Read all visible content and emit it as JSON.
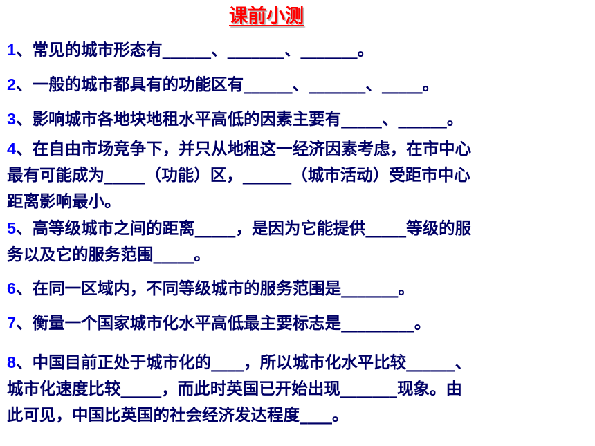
{
  "title": "课前小测",
  "questions": [
    {
      "num": "1",
      "lines": [
        "、常见的城市形态有______、_______、_______。"
      ]
    },
    {
      "num": "2",
      "lines": [
        "、一般的城市都具有的功能区有______、_______、_____。"
      ]
    },
    {
      "num": "3",
      "lines": [
        "、影响城市各地块地租水平高低的因素主要有_____、______。"
      ]
    },
    {
      "num": "4",
      "lines": [
        "、在自由市场竞争下，并只从地租这一经济因素考虑，在市中心",
        "最有可能成为_____（功能）区，______（城市活动）受距市中心",
        "距离影响最小。"
      ]
    },
    {
      "num": "5",
      "lines": [
        "、高等级城市之间的距离_____，是因为它能提供_____等级的服",
        "务以及它的服务范围_____。"
      ]
    },
    {
      "num": "6",
      "lines": [
        "、在同一区域内，不同等级城市的服务范围是_______。"
      ]
    },
    {
      "num": "7",
      "lines": [
        "、衡量一个国家城市化水平高低最主要标志是_________。"
      ]
    },
    {
      "num": "8",
      "lines": [
        "、中国目前正处于城市化的____，所以城市化水平比较______、",
        "城市化速度比较_____，而此时英国已开始出现_______现象。由",
        "此可见，中国比英国的社会经济发达程度____。"
      ]
    }
  ]
}
